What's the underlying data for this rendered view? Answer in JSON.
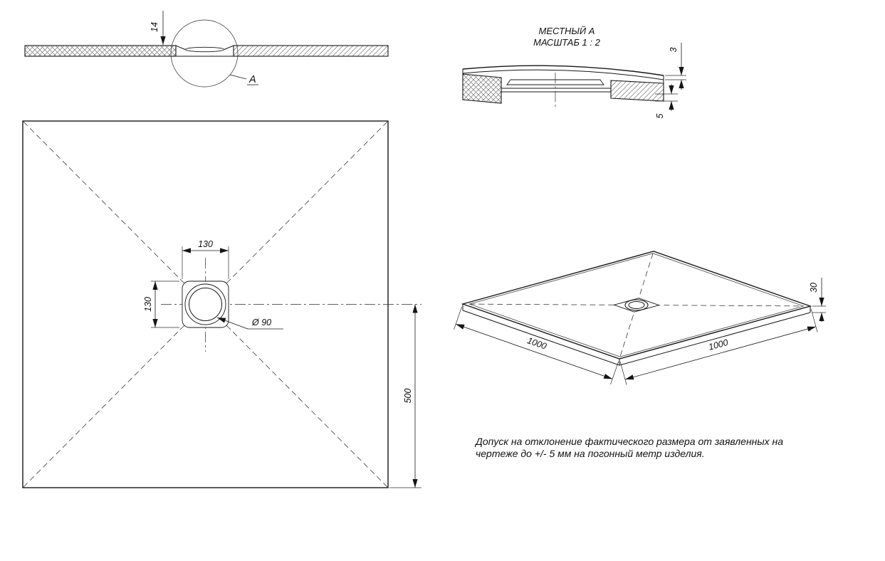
{
  "colors": {
    "line": "#161616",
    "background": "#ffffff"
  },
  "section_view": {
    "height_dim": "14",
    "detail_marker": "A"
  },
  "detail_view": {
    "title": "МЕСТНЫЙ А",
    "scale": "МАСШТАБ 1 : 2",
    "lip_dim": "3",
    "depth_dim": "5"
  },
  "plan_view": {
    "drain_width_dim": "130",
    "drain_height_dim": "130",
    "drain_diameter_dim": "Ø 90",
    "center_offset_dim": "500"
  },
  "iso_view": {
    "edge_left_dim": "1000",
    "edge_right_dim": "1000",
    "thickness_dim": "30"
  },
  "note": {
    "line1": "Допуск на отклонение фактического размера от заявленных на",
    "line2": "чертеже до +/- 5 мм на погонный метр изделия."
  }
}
